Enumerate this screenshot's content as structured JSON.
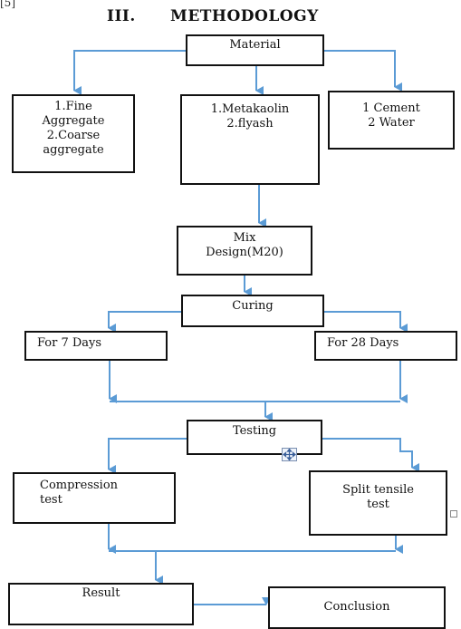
{
  "page": {
    "ref_marker": "[5]",
    "section_number": "III.",
    "section_title": "METHODOLOGY"
  },
  "nodes": {
    "material": "Material",
    "aggregates": "1.Fine\nAggregate\n2.Coarse\naggregate",
    "admixtures": "1.Metakaolin\n2.flyash",
    "cement_water": "1 Cement\n2 Water",
    "mix_design": "Mix\nDesign(M20)",
    "curing": "Curing",
    "days7": "For 7 Days",
    "days28": "For 28 Days",
    "testing": "Testing",
    "compression": "Compression\ntest",
    "split": "Split tensile\ntest",
    "result": "Result",
    "conclusion": "Conclusion"
  },
  "colors": {
    "arrow": "#5b9bd5",
    "box_border": "#111111"
  },
  "icons": {
    "move_handle": "move-cross-icon",
    "resize_handle": "resize-square-icon"
  }
}
